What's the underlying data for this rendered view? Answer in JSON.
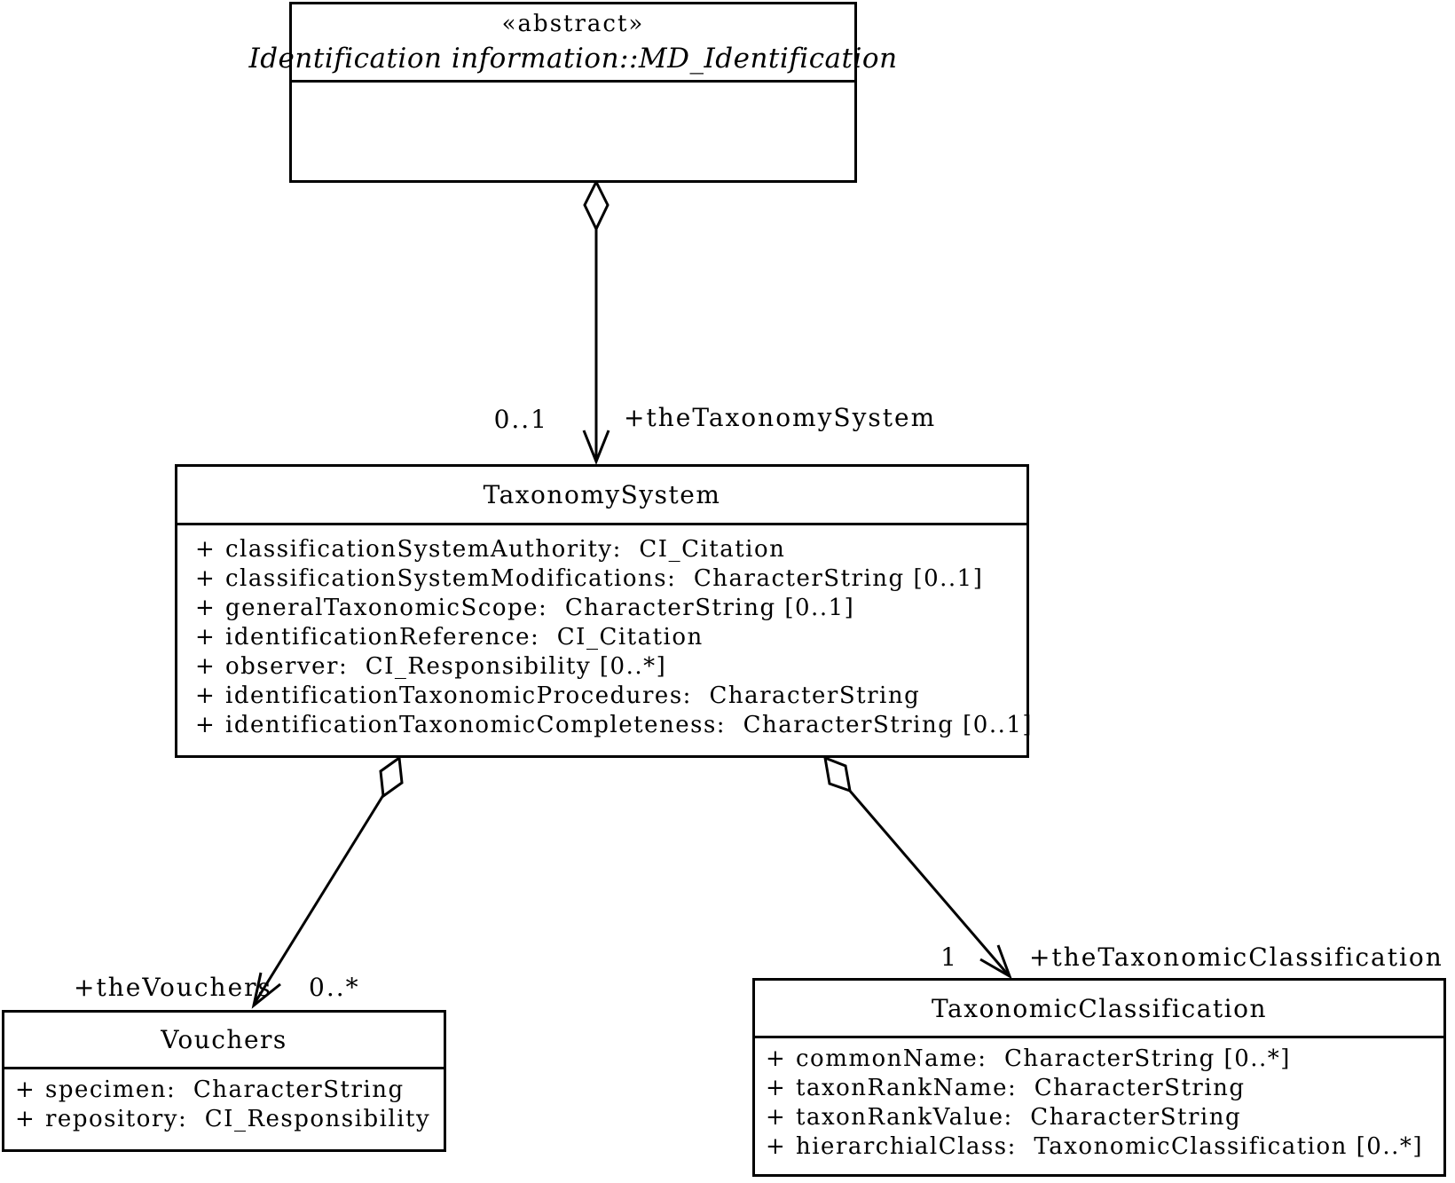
{
  "colors": {
    "line": "#000000",
    "background": "#ffffff",
    "text": "#000000"
  },
  "classes": {
    "md_identification": {
      "stereotype": "«abstract»",
      "name": "Identification information::MD_Identification"
    },
    "taxonomy_system": {
      "name": "TaxonomySystem",
      "attributes": [
        {
          "vis": "+",
          "text": "classificationSystemAuthority:  CI_Citation"
        },
        {
          "vis": "+",
          "text": "classificationSystemModifications:  CharacterString [0..1]"
        },
        {
          "vis": "+",
          "text": "generalTaxonomicScope:  CharacterString [0..1]"
        },
        {
          "vis": "+",
          "text": "identificationReference:  CI_Citation"
        },
        {
          "vis": "+",
          "text": "observer:  CI_Responsibility [0..*]"
        },
        {
          "vis": "+",
          "text": "identificationTaxonomicProcedures:  CharacterString"
        },
        {
          "vis": "+",
          "text": "identificationTaxonomicCompleteness:  CharacterString [0..1]"
        }
      ]
    },
    "vouchers": {
      "name": "Vouchers",
      "attributes": [
        {
          "vis": "+",
          "text": "specimen:  CharacterString"
        },
        {
          "vis": "+",
          "text": "repository:  CI_Responsibility"
        }
      ]
    },
    "taxonomic_classification": {
      "name": "TaxonomicClassification",
      "attributes": [
        {
          "vis": "+",
          "text": "commonName:  CharacterString [0..*]"
        },
        {
          "vis": "+",
          "text": "taxonRankName:  CharacterString"
        },
        {
          "vis": "+",
          "text": "taxonRankValue:  CharacterString"
        },
        {
          "vis": "+",
          "text": "hierarchialClass:  TaxonomicClassification [0..*]"
        }
      ]
    }
  },
  "associations": {
    "to_taxonomy_system": {
      "multiplicity": "0..1",
      "role": "+theTaxonomySystem"
    },
    "to_vouchers": {
      "role": "+theVouchers",
      "multiplicity": "0..*"
    },
    "to_taxonomic_classification": {
      "multiplicity": "1",
      "role": "+theTaxonomicClassification"
    }
  }
}
